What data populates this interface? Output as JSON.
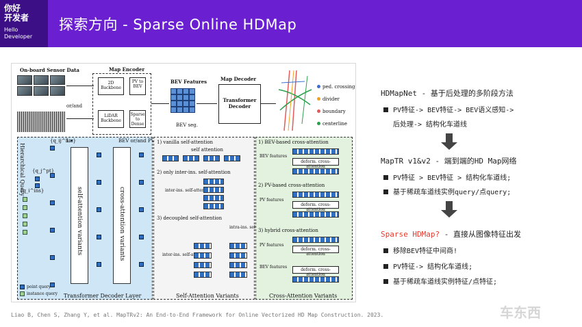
{
  "header": {
    "logo_line1": "你好",
    "logo_line2": "开发者",
    "logo_line3": "Hello",
    "logo_line4": "Developer",
    "title": "探索方向 - Sparse Online HDMap",
    "bg_color": "#6a1fd0"
  },
  "figure": {
    "onboard_label": "On-board Sensor Data",
    "map_encoder_label": "Map Encoder",
    "backbone_2d": "2D Backbone",
    "pv_to_bev": "PV to BEV",
    "or_and": "or/and",
    "lidar_backbone": "LiDAR Backbone",
    "sparse_to_dense": "Sparse to Dense",
    "bev_features": "BEV Features",
    "bev_seg": "BEV seg.",
    "map_decoder": "Map Decoder",
    "transformer_decoder": "Transformer Decoder",
    "legend": [
      "ped. crossing",
      "divider",
      "boundary",
      "centerline"
    ],
    "hier_query": "Hierarchical Query",
    "q_ins_top": "{q_ij^hie}",
    "q_ins": "{q_i^ins}",
    "q_pt": "{q_j^pt}",
    "l_times": "L×",
    "bev_or_pv": "BEV or/and PV",
    "self_attn_variants_bar": "self-attention variants",
    "cross_attn_variants_bar": "cross-attention variants",
    "point_query": "point query",
    "instance_query": "instance query",
    "decoder_layer": "Transformer Decoder Layer",
    "sa1": "1) vanilla self-attention",
    "sa1_sub": "self attention",
    "sa2": "2) only inter-ins. self-attention",
    "sa2_sub": "inter-ins. self-attention",
    "sa3": "3) decoupled self-attention",
    "sa3_intra": "intra-ins. self-attention",
    "sa3_inter": "inter-ins. self-attention",
    "sa_variants": "Self-Attention Variants",
    "ca1": "1) BEV-based cross-attention",
    "ca2": "2) PV-based cross-attention",
    "ca3": "3) hybrid cross-attention",
    "bev_features_small": "BEV features",
    "pv_features_small": "PV features",
    "deform": "deform. cross-attention",
    "ca_variants": "Cross-Attention Variants"
  },
  "right": {
    "s1_head": "HDMapNet",
    "s1_desc": " - 基于后处理的多阶段方法",
    "s1_b1": "PV特征-> BEV特征-> BEV语义感知->",
    "s1_b1_cont": "后处理-> 结构化车道线",
    "s2_head": "MapTR v1&v2",
    "s2_desc": " - 端到端的HD Map网络",
    "s2_b1": "PV特征 > BEV特征 > 结构化车道线;",
    "s2_b2": "基于稀疏车道线实例query/点query;",
    "s3_head": "Sparse HDMap?",
    "s3_desc": " - 直接从图像特征出发",
    "s3_b1": "移除BEV特征中间商!",
    "s3_b2": "PV特征-> 结构化车道线;",
    "s3_b3": "基于稀疏车道线实例特征/点特征;",
    "accent_red": "#e8392c"
  },
  "citation": "Liao B, Chen S, Zhang Y, et al. MapTRv2: An End-to-End Framework for Online Vectorized HD Map Construction. 2023.",
  "watermark": "车东西"
}
